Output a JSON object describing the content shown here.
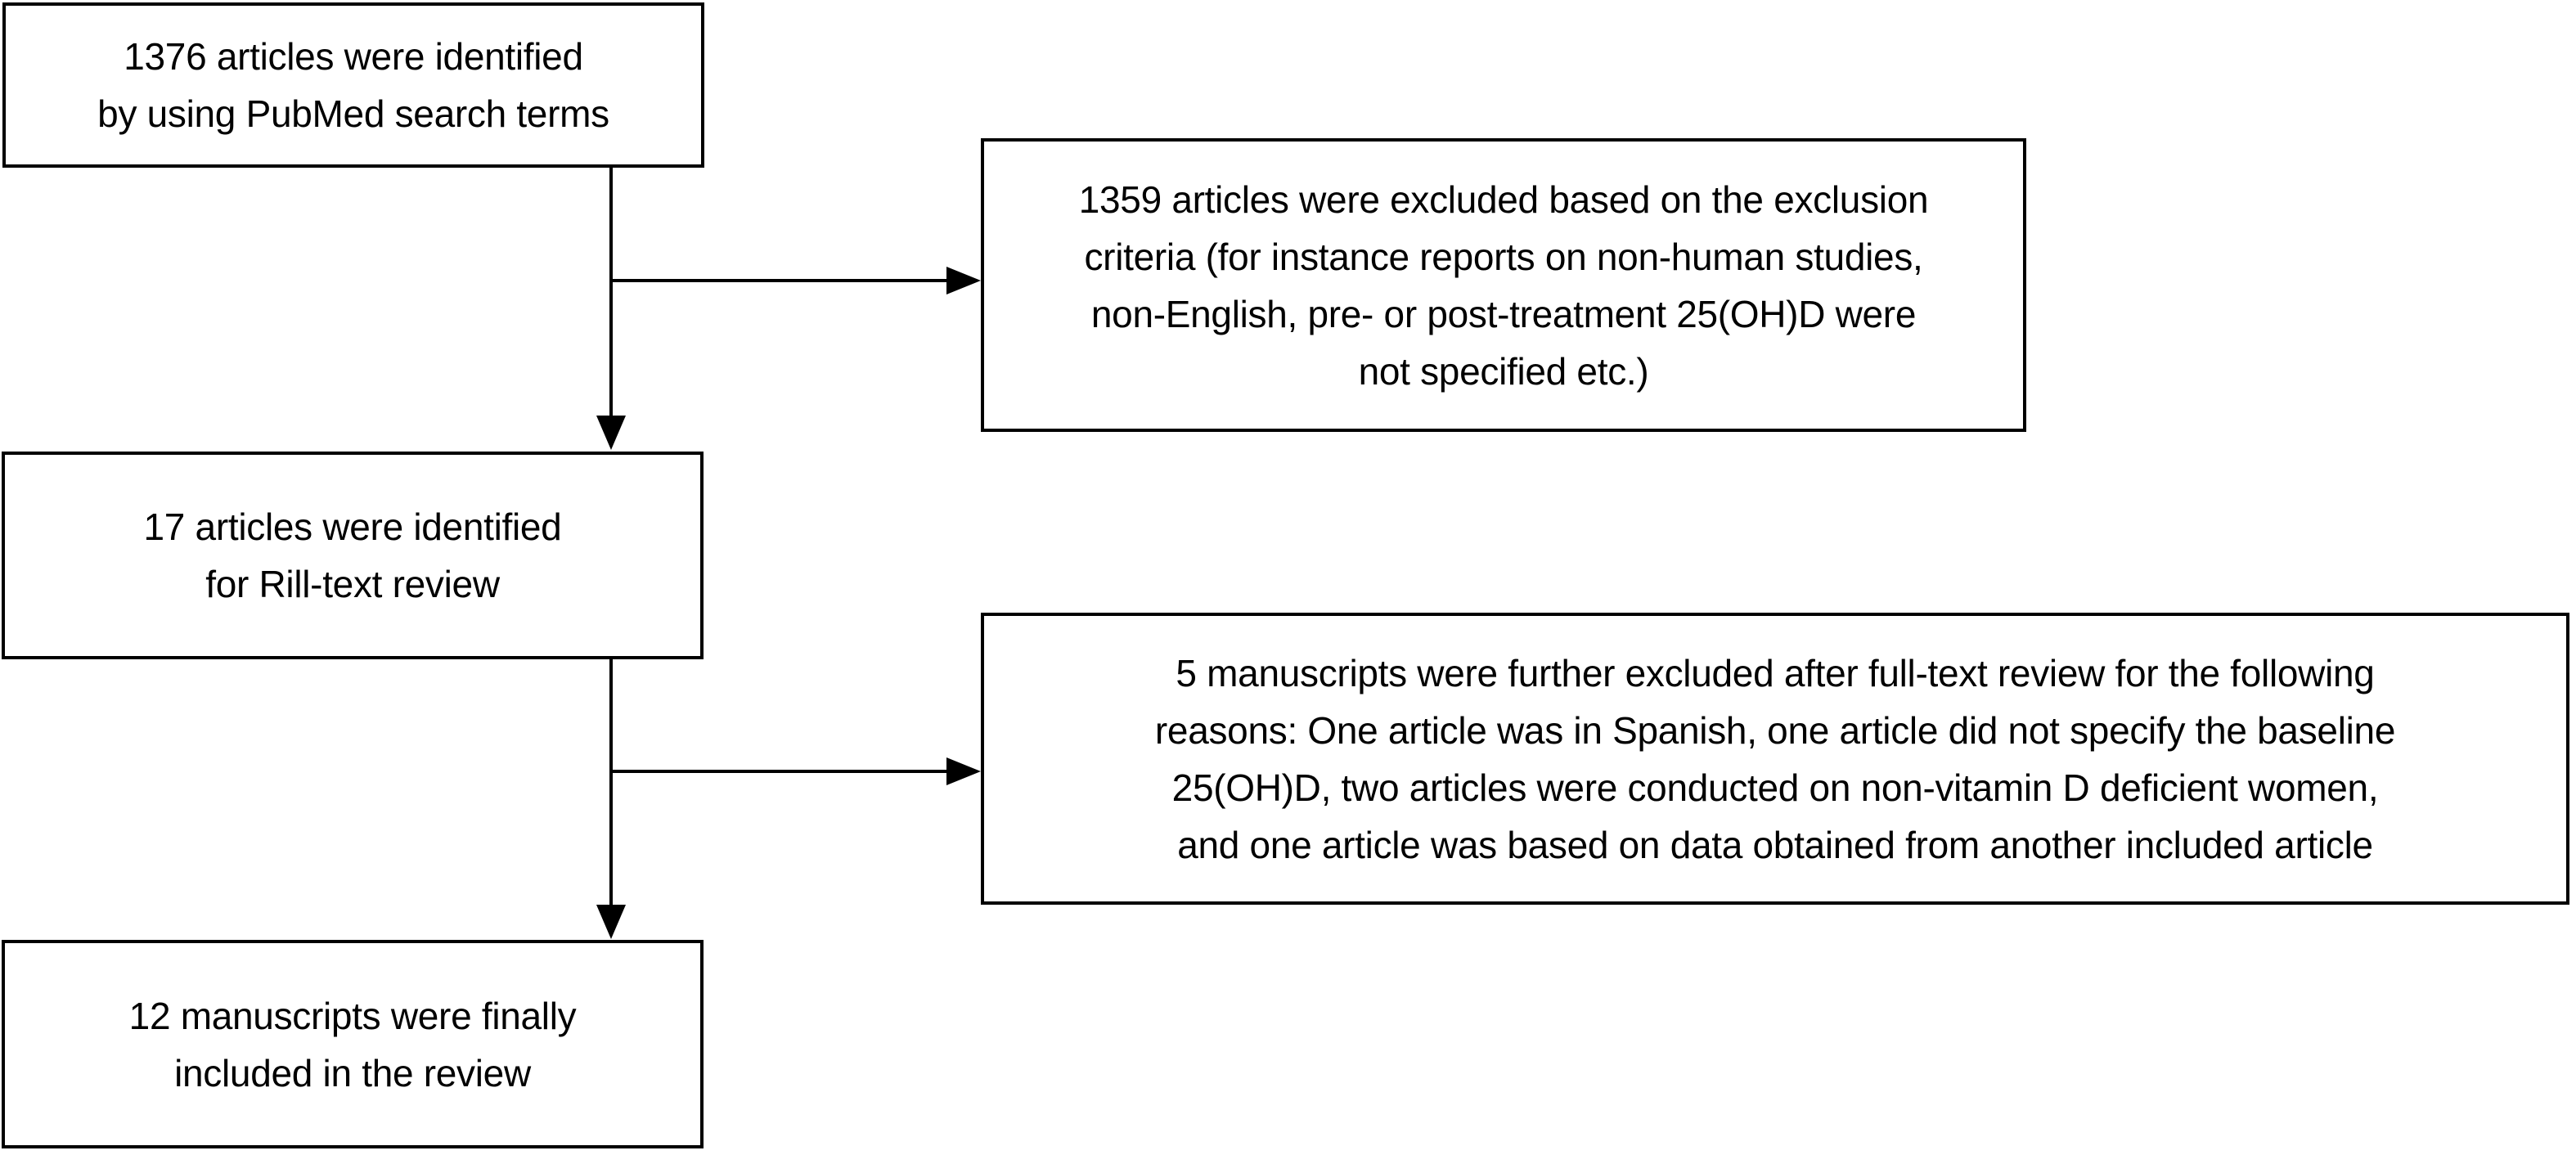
{
  "page": {
    "background_color": "#ffffff",
    "line_color": "#000000",
    "text_color": "#000000"
  },
  "flowchart": {
    "boxes": [
      {
        "name": "articles-identified",
        "text": "1376 articles were identified\nby using PubMed search terms"
      },
      {
        "name": "articles-excluded",
        "text": "1359 articles were excluded based on the exclusion\ncriteria (for instance reports on non-human studies,\nnon-English, pre- or post-treatment 25(OH)D were\nnot specified etc.)"
      },
      {
        "name": "articles-fulltext-review",
        "text": "17 articles were identified\nfor Rill-text review"
      },
      {
        "name": "manuscripts-excluded",
        "text": "5 manuscripts were further excluded after full-text review for the following\nreasons: One article was in Spanish, one article did not specify the baseline\n25(OH)D, two articles were conducted on non-vitamin D deficient women,\nand one article was based on data obtained from another included article"
      },
      {
        "name": "manuscripts-included",
        "text": "12 manuscripts were finally\nincluded in the review"
      }
    ]
  }
}
